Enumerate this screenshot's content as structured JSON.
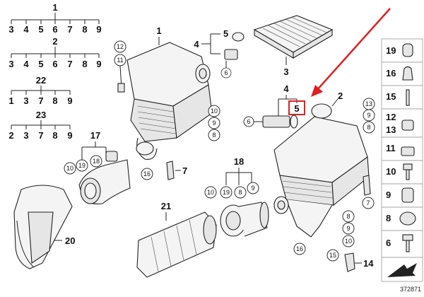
{
  "colors": {
    "highlight": "#e02020",
    "ink": "#111111",
    "panel_border": "#999999"
  },
  "trees": [
    {
      "top": "1",
      "children": [
        "3",
        "4",
        "5",
        "6",
        "7",
        "8",
        "9"
      ]
    },
    {
      "top": "2",
      "children": [
        "3",
        "4",
        "5",
        "6",
        "7",
        "8",
        "9"
      ]
    },
    {
      "top": "22",
      "children": [
        "1",
        "3",
        "7",
        "8",
        "9"
      ]
    },
    {
      "top": "23",
      "children": [
        "2",
        "3",
        "7",
        "8",
        "9"
      ]
    }
  ],
  "callouts": {
    "c1": "1",
    "c2": "2",
    "c3": "3",
    "c4a": "4",
    "c5a": "5",
    "c6a": "6",
    "c4b": "4",
    "c5b": "5",
    "c6b": "6",
    "c12a": "12",
    "c11a": "11",
    "c10a": "10",
    "c9a": "9",
    "c8a": "8",
    "c13b": "13",
    "c9b": "9",
    "c8b": "8",
    "c17": "17",
    "c10c": "10",
    "c19c": "19",
    "c18c": "18",
    "c16a": "16",
    "c7a": "7",
    "c18d": "18",
    "c10d": "10",
    "c19d": "19",
    "c8d": "8",
    "c9d": "9",
    "c21": "21",
    "c20": "20",
    "c7b": "7",
    "c16b": "16",
    "c8e": "8",
    "c9e": "9",
    "c10e": "10",
    "c15": "15",
    "c14": "14"
  },
  "side_panel": [
    "19",
    "16",
    "15",
    "12",
    "13",
    "11",
    "10",
    "9",
    "8",
    "6"
  ],
  "reference_number": "372871",
  "icons": [
    "air-filter-housing",
    "air-filter-element",
    "air-mass-sensor",
    "intake-duct",
    "bolt",
    "grommet",
    "rubber-mount",
    "clamp",
    "bracket",
    "arrow-icon"
  ]
}
